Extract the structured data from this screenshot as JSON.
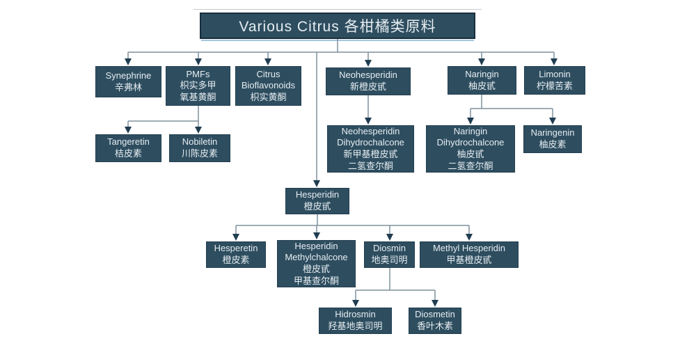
{
  "diagram": {
    "title": "Various Citrus 各柑橘类原料",
    "nodes": {
      "synephrine": {
        "en": "Synephrine",
        "zh": "辛弗林"
      },
      "pmfs": {
        "en": "PMFs",
        "zh": "枳实多甲\n氧基黄酮"
      },
      "citrus_bioflavonoids": {
        "en": "Citrus Bioflavonoids",
        "zh": "枳实黄酮"
      },
      "neohesperidin": {
        "en": "Neohesperidin",
        "zh": "新橙皮甙"
      },
      "naringin": {
        "en": "Naringin",
        "zh": "柚皮甙"
      },
      "limonin": {
        "en": "Limonin",
        "zh": "柠檬苦素"
      },
      "tangeretin": {
        "en": "Tangeretin",
        "zh": "桔皮素"
      },
      "nobiletin": {
        "en": "Nobiletin",
        "zh": "川陈皮素"
      },
      "neohesperidin_dihydrochalcone": {
        "en": "Neohesperidin Dihydrochalcone",
        "zh": "新甲基橙皮甙\n二氢查尔酮"
      },
      "naringin_dihydrochalcone": {
        "en": "Naringin Dihydrochalcone",
        "zh": "柚皮甙\n二氢查尔酮"
      },
      "naringenin": {
        "en": "Naringenin",
        "zh": "柚皮素"
      },
      "hesperidin": {
        "en": "Hesperidin",
        "zh": "橙皮甙"
      },
      "hesperetin": {
        "en": "Hesperetin",
        "zh": "橙皮素"
      },
      "hesperidin_methylchalcone": {
        "en": "Hesperidin Methylchalcone",
        "zh": "橙皮甙\n甲基查尔酮"
      },
      "diosmin": {
        "en": "Diosmin",
        "zh": "地奥司明"
      },
      "methyl_hesperidin": {
        "en": "Methyl Hesperidin",
        "zh": "甲基橙皮甙"
      },
      "hidrosmin": {
        "en": "Hidrosmin",
        "zh": "羟基地奥司明"
      },
      "diosmetin": {
        "en": "Diosmetin",
        "zh": "香叶木素"
      }
    },
    "hierarchy": [
      {
        "parent": "Various Citrus 各柑橘类原料",
        "children": [
          "Synephrine",
          "PMFs",
          "Citrus Bioflavonoids",
          "Neohesperidin",
          "Naringin",
          "Limonin",
          "Hesperidin"
        ]
      },
      {
        "parent": "PMFs",
        "children": [
          "Tangeretin",
          "Nobiletin"
        ]
      },
      {
        "parent": "Neohesperidin",
        "children": [
          "Neohesperidin Dihydrochalcone"
        ]
      },
      {
        "parent": "Naringin",
        "children": [
          "Naringin Dihydrochalcone",
          "Naringenin"
        ]
      },
      {
        "parent": "Hesperidin",
        "children": [
          "Hesperetin",
          "Hesperidin Methylchalcone",
          "Diosmin",
          "Methyl Hesperidin"
        ]
      },
      {
        "parent": "Diosmin",
        "children": [
          "Hidrosmin",
          "Diosmetin"
        ]
      }
    ],
    "colors": {
      "box_fill": "#2e4e60",
      "box_border": "#223e4f",
      "box_text": "#e7edf1",
      "line": "#7e909c",
      "arrow": "#203d51",
      "title_border": "#162e3d",
      "title_underline": "#a4c7dc",
      "top_rule": "#b8bec2"
    }
  }
}
